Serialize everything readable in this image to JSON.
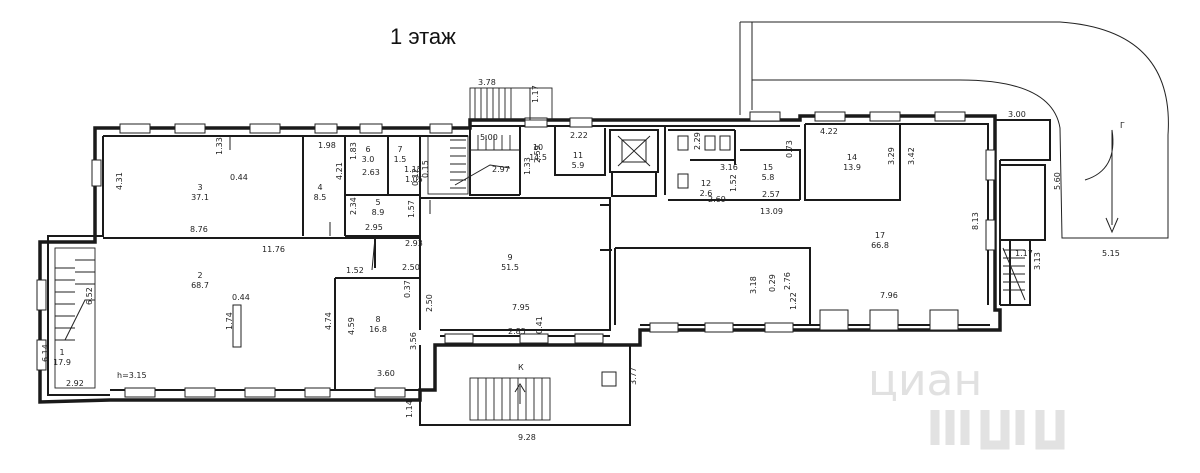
{
  "floor_title": "1 этаж",
  "watermark": "циан",
  "rooms": [
    {
      "id": "r1",
      "number": "1",
      "area": "17.9"
    },
    {
      "id": "r2",
      "number": "2",
      "area": "68.7"
    },
    {
      "id": "r3",
      "number": "3",
      "area": "37.1"
    },
    {
      "id": "r4",
      "number": "4",
      "area": "8.5"
    },
    {
      "id": "r5",
      "number": "5",
      "area": "8.9"
    },
    {
      "id": "r6",
      "number": "6",
      "area": "3.0"
    },
    {
      "id": "r7",
      "number": "7",
      "area": "1.5"
    },
    {
      "id": "r8",
      "number": "8",
      "area": "16.8"
    },
    {
      "id": "r9",
      "number": "9",
      "area": "51.5"
    },
    {
      "id": "r10",
      "number": "10",
      "area": "14.5"
    },
    {
      "id": "r11",
      "number": "11",
      "area": "5.9"
    },
    {
      "id": "r12",
      "number": "12",
      "area": "2.6"
    },
    {
      "id": "r14",
      "number": "14",
      "area": "13.9"
    },
    {
      "id": "r15",
      "number": "15",
      "area": "5.8"
    },
    {
      "id": "r17",
      "number": "17",
      "area": "66.8"
    }
  ],
  "dimensions": [
    "3.78",
    "1.17",
    "5.00",
    "2.22",
    "1.33",
    "0.44",
    "4.31",
    "8.76",
    "1.98",
    "4.21",
    "1.83",
    "2.63",
    "2.34",
    "2.95",
    "2.93",
    "1.57",
    "0.15",
    "0.12",
    "2.97",
    "2.59",
    "1.33",
    "2.29",
    "0.73",
    "1.52",
    "2.57",
    "13.09",
    "4.22",
    "3.29",
    "3.42",
    "3.00",
    "5.60",
    "8.13",
    "1.17",
    "3.13",
    "5.15",
    "11.76",
    "1.52",
    "2.50",
    "6.52",
    "0.44",
    "1.74",
    "4.74",
    "4.59",
    "0.37",
    "2.50",
    "3.56",
    "3.60",
    "7.95",
    "2.85",
    "0.41",
    "3.18",
    "0.29",
    "2.76",
    "1.22",
    "7.96",
    "6.14",
    "2.92",
    "3.77",
    "1.14",
    "9.28",
    "1.15",
    "1.05",
    "2.69",
    "3.16"
  ],
  "labels": {
    "ceiling_note": "h=3.15",
    "entrance": "К",
    "floor_mark": "Г"
  }
}
